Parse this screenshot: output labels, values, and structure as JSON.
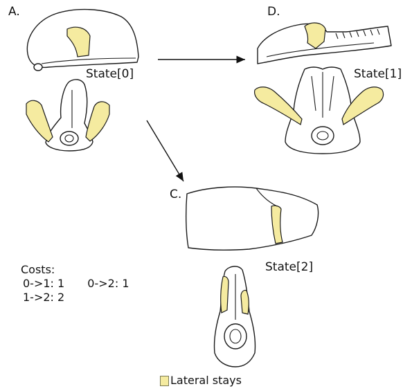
{
  "panels": {
    "A": {
      "label": "A.",
      "state": "State[0]"
    },
    "D": {
      "label": "D.",
      "state": "State[1]"
    },
    "C": {
      "label": "C.",
      "state": "State[2]"
    }
  },
  "costs": {
    "title": "Costs:",
    "row1_left": "0->1: 1",
    "row1_right": "0->2: 1",
    "row2_left": "1->2: 2"
  },
  "legend": {
    "label": "Lateral stays",
    "color": "#f5eba0"
  },
  "colors": {
    "highlight": "#f5eba0",
    "outline": "#1a1a1a"
  }
}
